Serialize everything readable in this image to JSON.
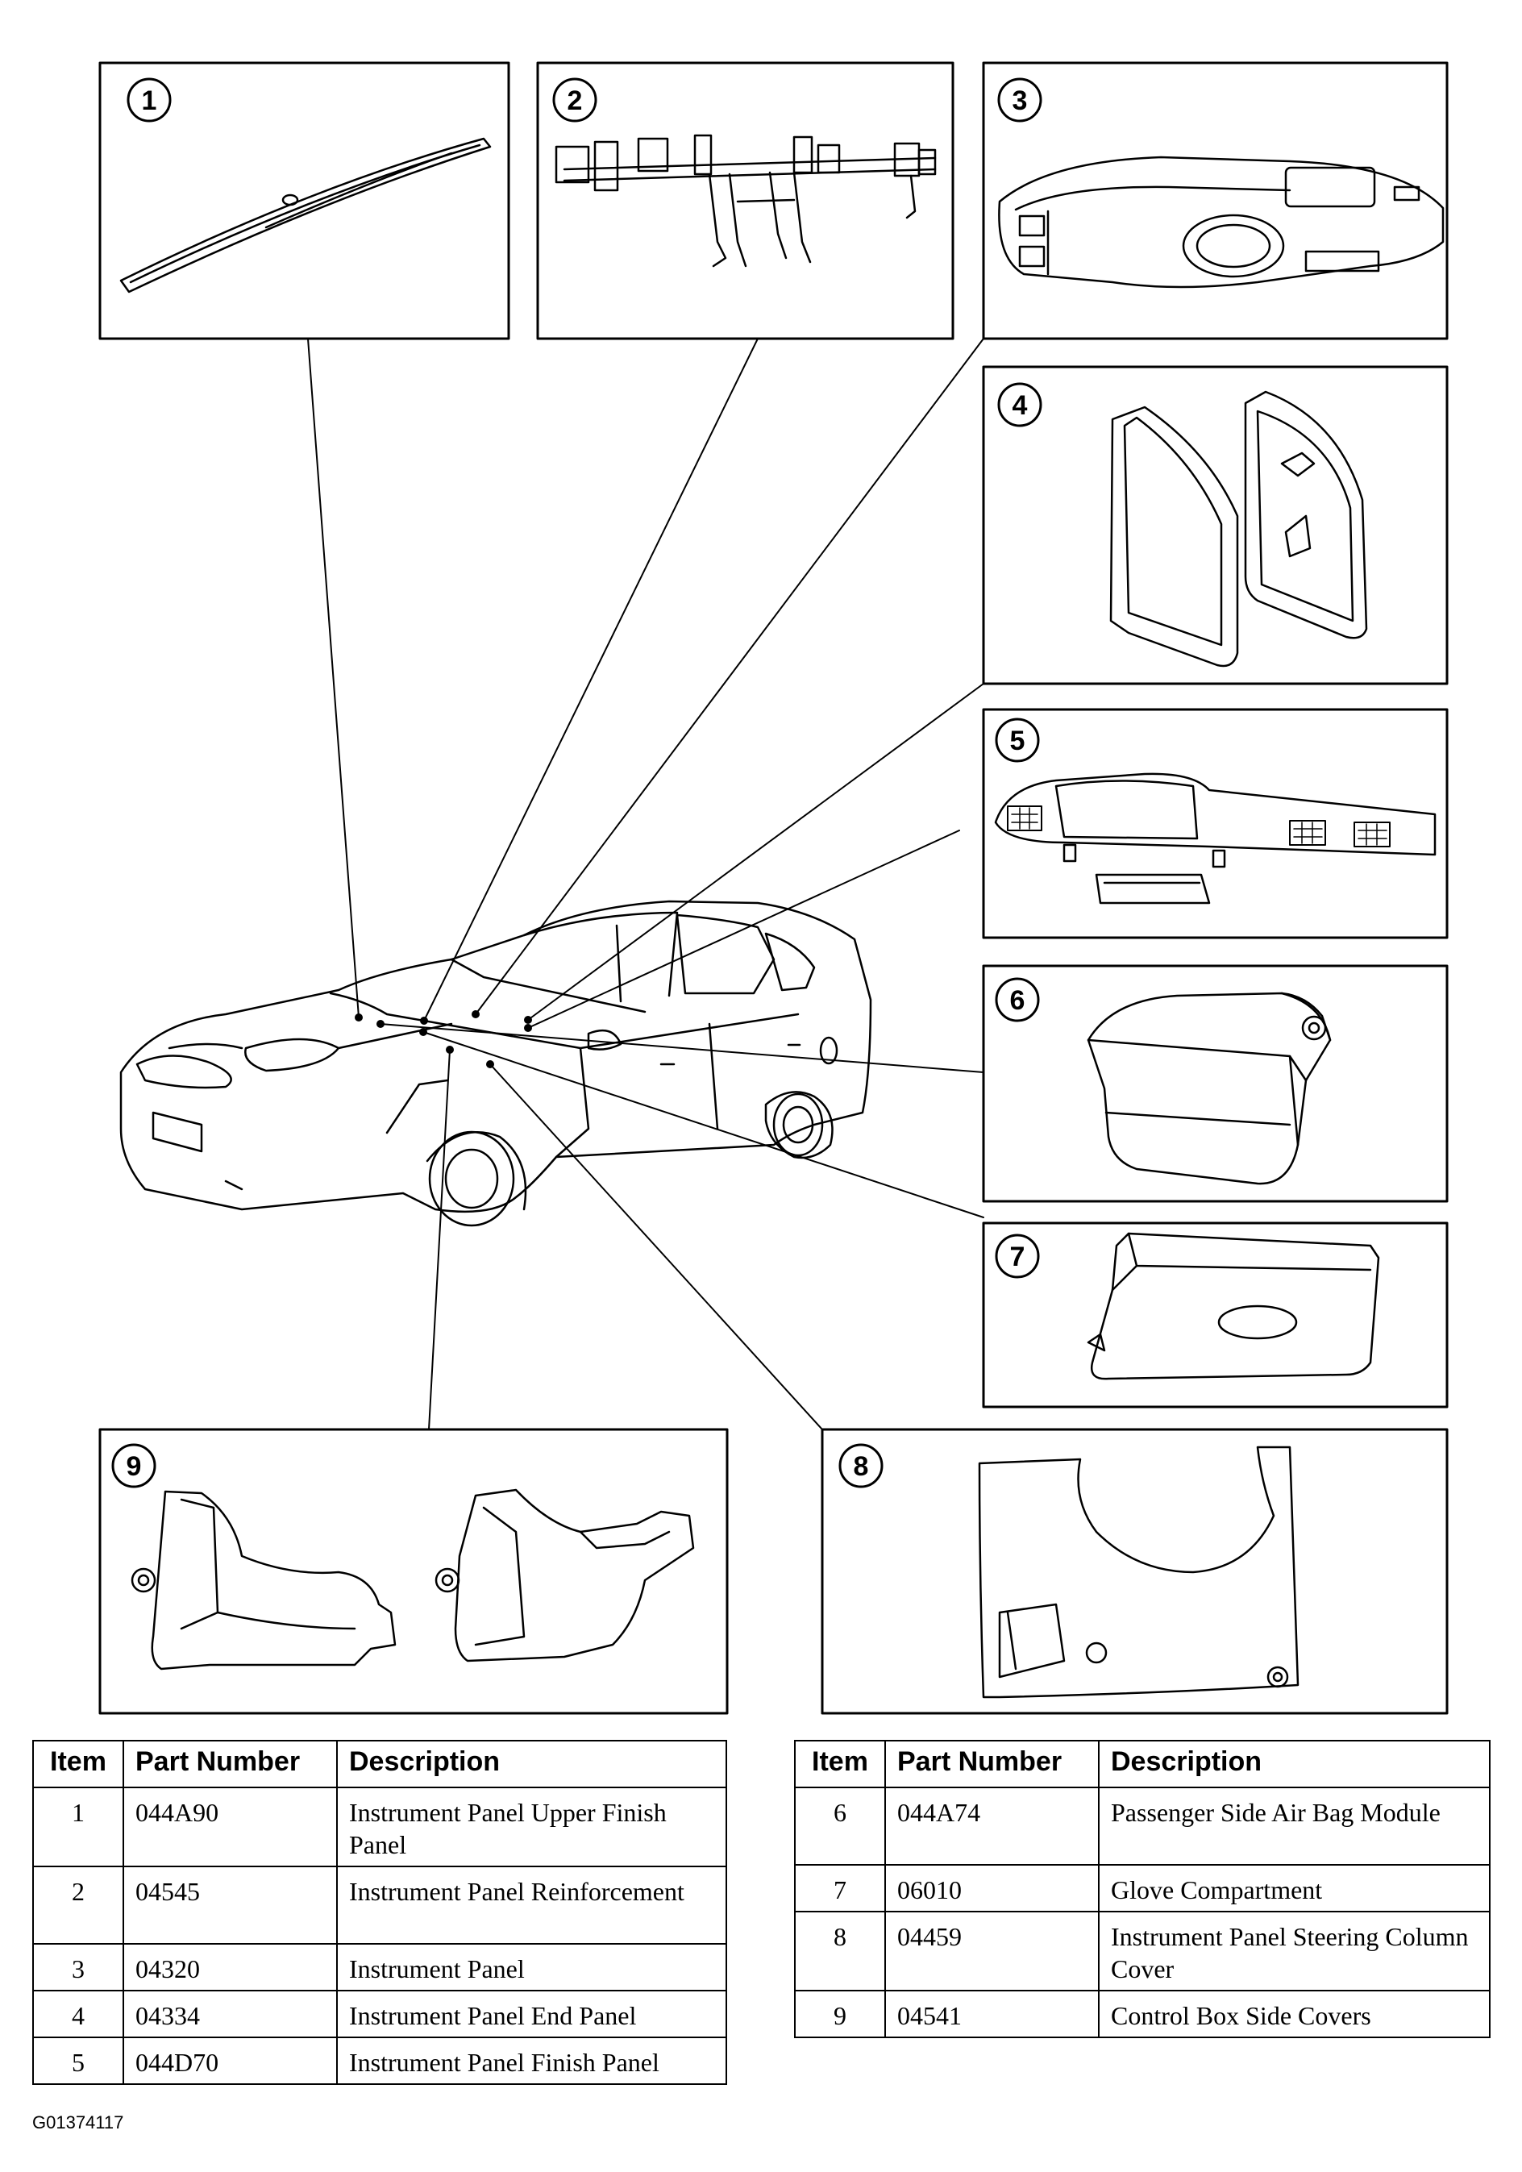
{
  "callouts": [
    "1",
    "2",
    "3",
    "4",
    "5",
    "6",
    "7",
    "8",
    "9"
  ],
  "table_left": {
    "headers": {
      "item": "Item",
      "part_number": "Part Number",
      "description": "Description"
    },
    "rows": [
      {
        "item": "1",
        "part_number": "044A90",
        "description": "Instrument Panel Upper Finish Panel"
      },
      {
        "item": "2",
        "part_number": "04545",
        "description": "Instrument Panel Reinforcement"
      },
      {
        "item": "3",
        "part_number": "04320",
        "description": "Instrument Panel"
      },
      {
        "item": "4",
        "part_number": "04334",
        "description": "Instrument Panel End Panel"
      },
      {
        "item": "5",
        "part_number": "044D70",
        "description": "Instrument Panel Finish Panel"
      }
    ]
  },
  "table_right": {
    "headers": {
      "item": "Item",
      "part_number": "Part Number",
      "description": "Description"
    },
    "rows": [
      {
        "item": "6",
        "part_number": "044A74",
        "description": "Passenger Side Air Bag Module"
      },
      {
        "item": "7",
        "part_number": "06010",
        "description": "Glove Compartment"
      },
      {
        "item": "8",
        "part_number": "04459",
        "description": "Instrument Panel Steering Column Cover"
      },
      {
        "item": "9",
        "part_number": "04541",
        "description": "Control Box Side Covers"
      }
    ]
  },
  "figure_code": "G01374117"
}
